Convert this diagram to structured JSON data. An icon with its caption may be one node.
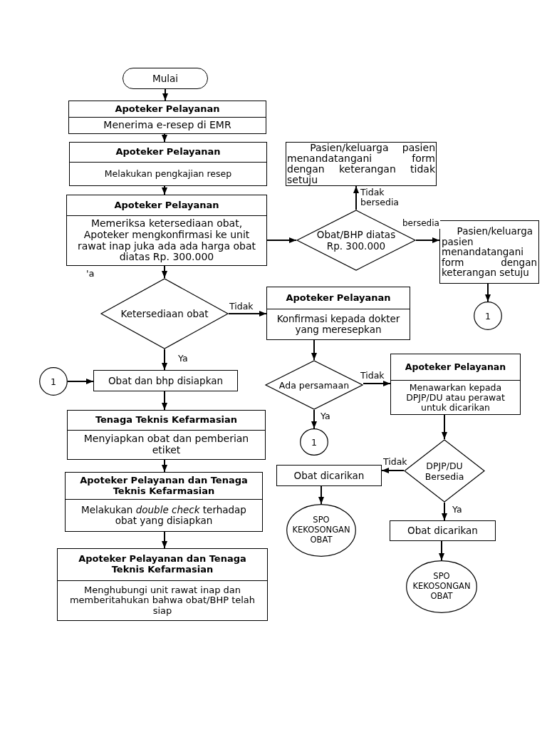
{
  "diagram": {
    "nodes": [
      {
        "text": [
          "Mulai"
        ]
      },
      {
        "text": [
          "Apoteker Pelayanan",
          "Menerima e-resep di EMR"
        ]
      },
      {
        "text": [
          "Apoteker Pelayanan",
          "Melakukan pengkajian resep"
        ]
      },
      {
        "text": [
          "Apoteker Pelayanan",
          "Memeriksa ketersediaan obat, Apoteker mengkonfirmasi ke unit rawat inap juka ada ada harga obat diatas Rp. 300.000"
        ]
      },
      {
        "text": [
          "Obat/BHP diatas Rp. 300.000"
        ]
      },
      {
        "text": [
          "Pasien/keluarga pasien menandatangani form dengan keterangan tidak setuju"
        ]
      },
      {
        "text": [
          "Pasien/keluarga pasien menandatangani form dengan keterangan setuju"
        ]
      },
      {
        "text": [
          "1"
        ]
      },
      {
        "text": [
          "Ketersediaan obat"
        ]
      },
      {
        "text": [
          "Apoteker Pelayanan",
          "Konfirmasi kepada dokter yang meresepkan"
        ]
      },
      {
        "text": [
          "1"
        ]
      },
      {
        "text": [
          "Obat dan bhp disiapkan"
        ]
      },
      {
        "text": [
          "Ada persamaan"
        ]
      },
      {
        "text": [
          "Apoteker Pelayanan",
          "Menawarkan kepada DPJP/DU atau perawat untuk dicarikan"
        ]
      },
      {
        "text": [
          "1"
        ]
      },
      {
        "text": [
          "Tenaga Teknis Kefarmasian",
          "Menyiapkan obat dan pemberian etiket"
        ]
      },
      {
        "text": [
          "DPJP/DU Bersedia"
        ]
      },
      {
        "text": [
          "Obat dicarikan"
        ]
      },
      {
        "text": [
          "Apoteker Pelayanan dan Tenaga Teknis Kefarmasian",
          "Melakukan *double check* terhadap obat yang disiapkan"
        ]
      },
      {
        "text": [
          "SPO KEKOSONGAN OBAT"
        ]
      },
      {
        "text": [
          "Obat dicarikan"
        ]
      },
      {
        "text": [
          "Apoteker Pelayanan dan Tenaga Teknis Kefarmasian",
          "Menghubungi unit rawat inap dan memberitahukan bahwa obat/BHP telah siap"
        ]
      },
      {
        "text": [
          "SPO KEKOSONGAN OBAT"
        ]
      }
    ],
    "edges": [
      {
        "from": 0,
        "to": 1,
        "arrow": "to"
      },
      {
        "from": 1,
        "to": 2,
        "arrow": "to"
      },
      {
        "from": 2,
        "to": 3,
        "arrow": "to"
      },
      {
        "from": 3,
        "to": 4,
        "arrow": "to"
      },
      {
        "from": 4,
        "to": 5,
        "arrow": "to",
        "label": "Tidak bersedia"
      },
      {
        "from": 4,
        "to": 6,
        "arrow": "to",
        "label": "bersedia"
      },
      {
        "from": 6,
        "to": 7,
        "arrow": "to"
      },
      {
        "from": 3,
        "to": 8,
        "arrow": "to"
      },
      {
        "from": 8,
        "to": 9,
        "arrow": "to",
        "label": "Tidak"
      },
      {
        "from": 8,
        "to": 11,
        "arrow": "to",
        "label": "Ya"
      },
      {
        "from": 10,
        "to": 11,
        "arrow": "to"
      },
      {
        "from": 9,
        "to": 12,
        "arrow": "to"
      },
      {
        "from": 12,
        "to": 13,
        "arrow": "to",
        "label": "Tidak"
      },
      {
        "from": 12,
        "to": 14,
        "arrow": "to",
        "label": "Ya"
      },
      {
        "from": 11,
        "to": 15,
        "arrow": "to"
      },
      {
        "from": 13,
        "to": 16,
        "arrow": "to"
      },
      {
        "from": 16,
        "to": 17,
        "arrow": "to",
        "label": "Tidak"
      },
      {
        "from": 16,
        "to": 20,
        "arrow": "to",
        "label": "Ya"
      },
      {
        "from": 15,
        "to": 18,
        "arrow": "to"
      },
      {
        "from": 17,
        "to": 19,
        "arrow": "to"
      },
      {
        "from": 18,
        "to": 21,
        "arrow": "to"
      },
      {
        "from": 20,
        "to": 22,
        "arrow": "to"
      }
    ],
    "labels": [
      "'a"
    ]
  }
}
